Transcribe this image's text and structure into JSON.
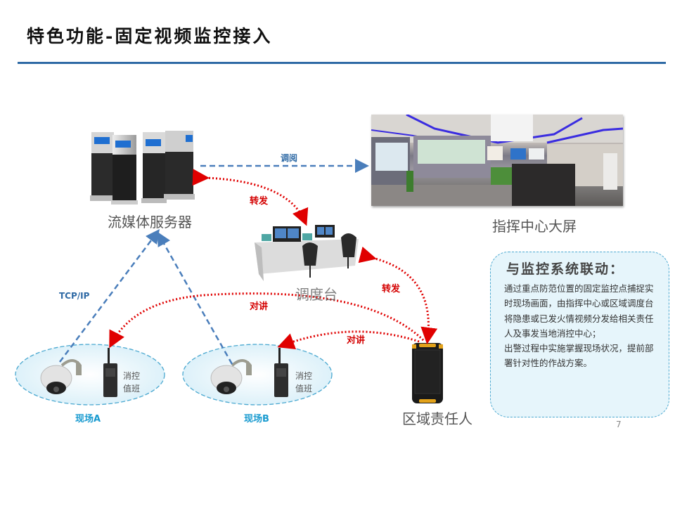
{
  "slide": {
    "title": "特色功能-固定视频监控接入",
    "page_number": "7"
  },
  "nodes": {
    "media_server": "流媒体服务器",
    "command_center_screen": "指挥中心大屏",
    "dispatch_console": "调度台",
    "area_responsible_person": "区域责任人",
    "site_a": {
      "label": "现场A",
      "radio_label_line1": "消控",
      "radio_label_line2": "值班"
    },
    "site_b": {
      "label": "现场B",
      "radio_label_line1": "消控",
      "radio_label_line2": "值班"
    }
  },
  "links": {
    "view": "调阅",
    "forward_server_console": "转发",
    "forward_console_phone": "转发",
    "intercom_site_a": "对讲",
    "intercom_site_b": "对讲",
    "tcp_ip": "TCP/IP"
  },
  "colors": {
    "title_rule": "#2f6aa5",
    "network_link": "#4a7ebb",
    "intercom_link": "#e00000",
    "site_ellipse": "#4aa8d0",
    "info_box_fill": "#e6f5fb"
  },
  "info_box": {
    "title": "与监控系统联动：",
    "paragraphs": [
      "通过重点防范位置的固定监控点捕捉实时现场画面，由指挥中心或区域调度台将隐患或已发火情视频分发给相关责任人及事发当地消控中心；",
      "出警过程中实施掌握现场状况，提前部署针对性的作战方案。"
    ]
  }
}
